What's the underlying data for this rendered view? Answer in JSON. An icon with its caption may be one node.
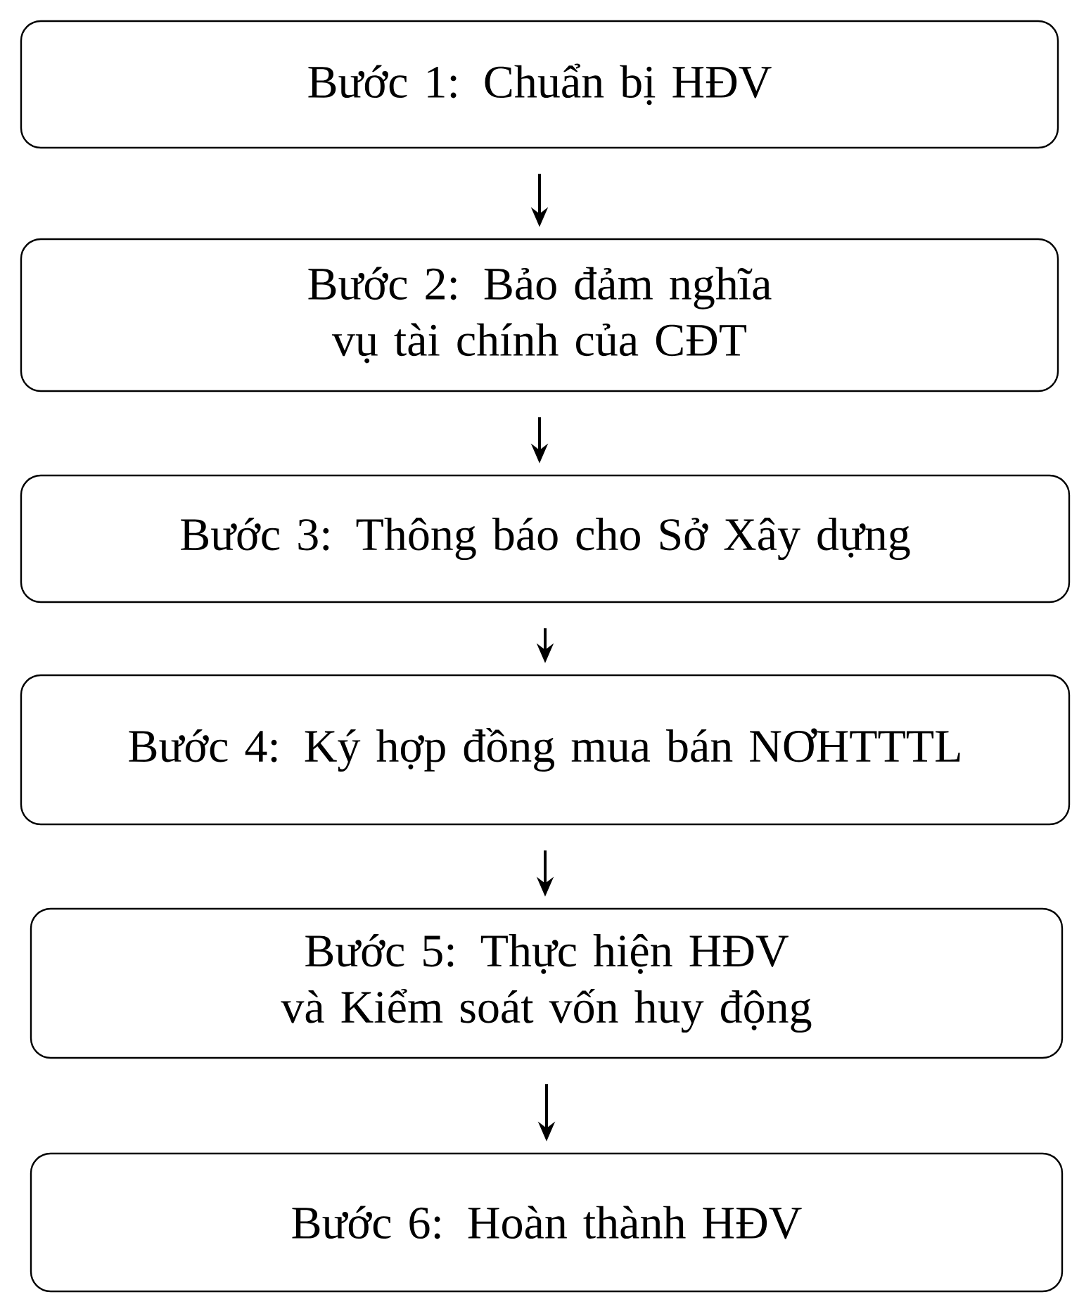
{
  "diagram": {
    "nodes": [
      {
        "text": [
          "Bước 1: Chuẩn bị HĐV"
        ]
      },
      {
        "text": [
          "Bước 2: Bảo đảm nghĩa vụ tài chính của CĐT"
        ]
      },
      {
        "text": [
          "Bước 3: Thông báo cho Sở Xây dựng"
        ]
      },
      {
        "text": [
          "Bước 4: Ký hợp đồng mua bán NƠHTTTL"
        ]
      },
      {
        "text": [
          "Bước 5: Thực hiện HĐV và Kiểm soát vốn huy động"
        ]
      },
      {
        "text": [
          "Bước 6: Hoàn thành HĐV"
        ]
      }
    ],
    "edges": [
      {
        "from": 0,
        "to": 1,
        "arrow": "to"
      },
      {
        "from": 1,
        "to": 2,
        "arrow": "to"
      },
      {
        "from": 2,
        "to": 3,
        "arrow": "to"
      },
      {
        "from": 3,
        "to": 4,
        "arrow": "to"
      },
      {
        "from": 4,
        "to": 5,
        "arrow": "to"
      }
    ]
  }
}
